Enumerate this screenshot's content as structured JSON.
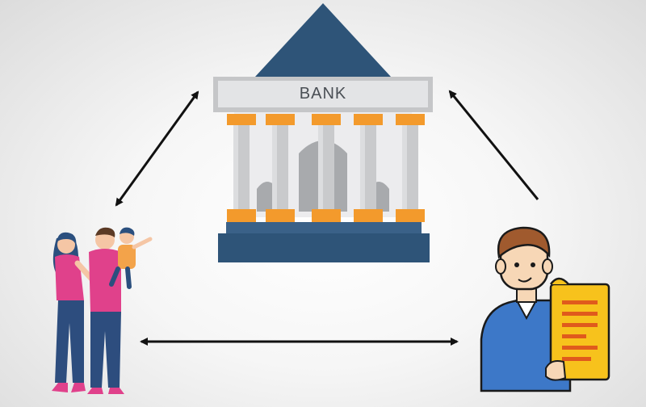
{
  "diagram": {
    "bank": {
      "label": "BANK",
      "icon": "bank-building-icon"
    },
    "family": {
      "icon": "family-icon"
    },
    "merchant": {
      "icon": "man-with-document-icon"
    },
    "connections": [
      {
        "from": "family",
        "to": "bank",
        "style": "double-arrow"
      },
      {
        "from": "merchant",
        "to": "bank",
        "style": "single-arrow"
      },
      {
        "from": "family",
        "to": "merchant",
        "style": "double-arrow"
      }
    ],
    "colors": {
      "roof": "#2e5478",
      "base": "#2e5478",
      "column": "#c9cacc",
      "capital": "#f39a2c",
      "doc": "#f7c21c",
      "shirt": "#3d78c8",
      "pink": "#e0418b",
      "jeans": "#2d4d7e"
    }
  }
}
